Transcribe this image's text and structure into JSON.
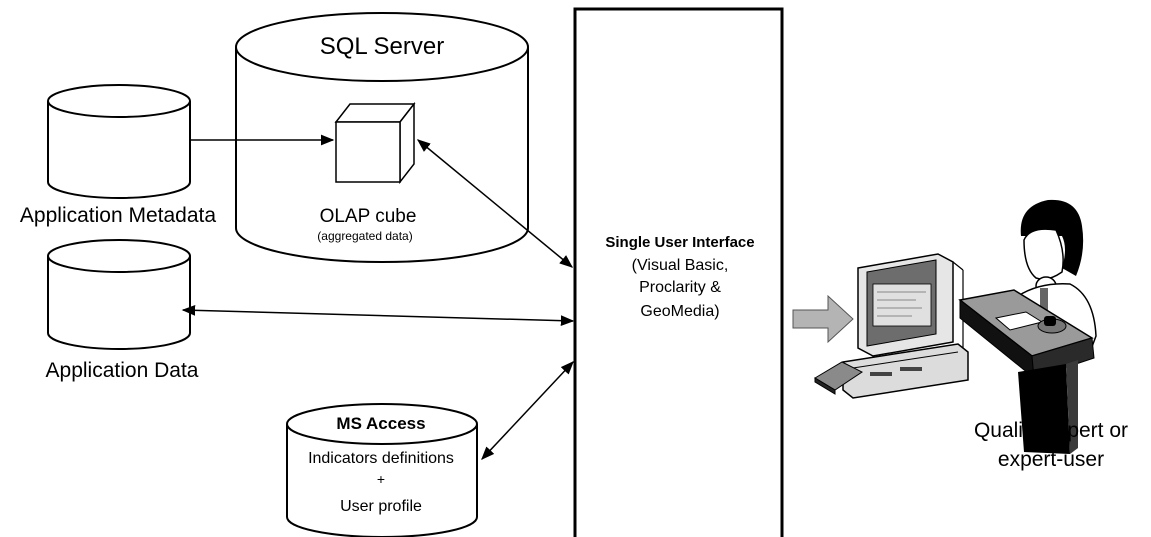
{
  "sql_server": {
    "title": "SQL Server"
  },
  "olap": {
    "title": "OLAP cube",
    "subtitle": "(aggregated data)"
  },
  "app_metadata": {
    "label": "Application Metadata"
  },
  "app_data": {
    "label": "Application Data"
  },
  "ms_access": {
    "title": "MS Access",
    "line1": "Indicators definitions",
    "line2": "+",
    "line3": "User profile"
  },
  "interface": {
    "title": "Single User Interface",
    "line1": "(Visual Basic,",
    "line2": "Proclarity &",
    "line3": "GeoMedia)"
  },
  "user": {
    "line1": "Quality expert or",
    "line2": "expert-user"
  },
  "colors": {
    "stroke": "#000000",
    "background": "#ffffff",
    "arrow_fill": "#b4b4b4"
  }
}
